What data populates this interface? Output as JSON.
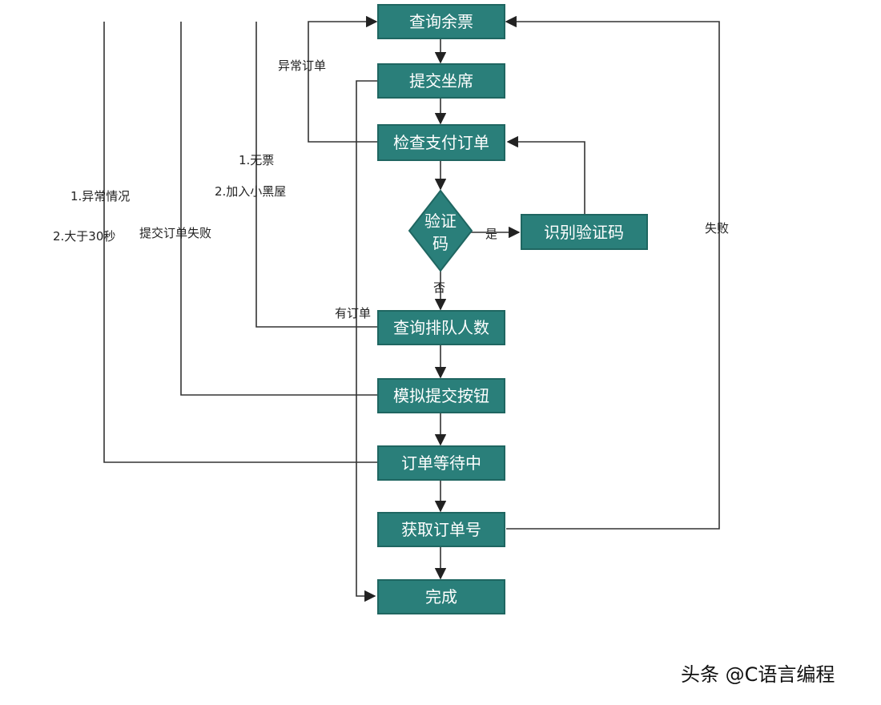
{
  "colors": {
    "node_fill": "#2a7f7a",
    "node_border": "#1f6661",
    "line": "#333333",
    "background": "#ffffff"
  },
  "nodes": {
    "query_tickets": "查询余票",
    "submit_seat": "提交坐席",
    "check_payment": "检查支付订单",
    "captcha_line1": "验证",
    "captcha_line2": "码",
    "recognize_captcha": "识别验证码",
    "query_queue": "查询排队人数",
    "simulate_submit": "模拟提交按钮",
    "order_waiting": "订单等待中",
    "get_order_number": "获取订单号",
    "done": "完成"
  },
  "edges": {
    "abnormal_order": "异常订单",
    "no_ticket": "1.无票",
    "blacklist": "2.加入小黑屋",
    "abnormal_case": "1.异常情况",
    "over_30s": "2.大于30秒",
    "submit_failed": "提交订单失败",
    "yes": "是",
    "no": "否",
    "has_order": "有订单",
    "failed": "失败"
  },
  "watermark": "头条 @C语言编程"
}
